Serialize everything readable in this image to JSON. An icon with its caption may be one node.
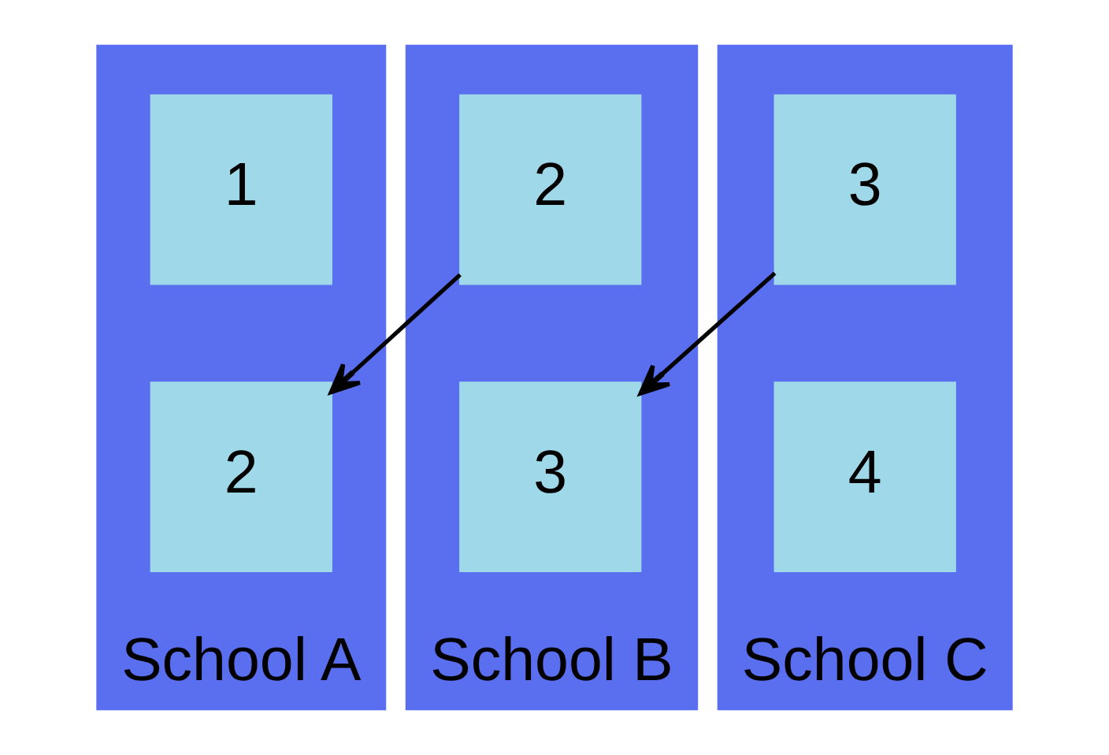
{
  "diagram": {
    "nodes": [
      {
        "text": [
          "School A"
        ]
      },
      {
        "text": [
          "1"
        ],
        "in": 0
      },
      {
        "text": [
          "2"
        ],
        "in": 0
      },
      {
        "text": [
          "School B"
        ]
      },
      {
        "text": [
          "2"
        ],
        "in": 3
      },
      {
        "text": [
          "3"
        ],
        "in": 3
      },
      {
        "text": [
          "School C"
        ]
      },
      {
        "text": [
          "3"
        ],
        "in": 6
      },
      {
        "text": [
          "4"
        ],
        "in": 6
      }
    ],
    "edges": [
      {
        "from": 4,
        "to": 2,
        "arrow": "to"
      },
      {
        "from": 7,
        "to": 5,
        "arrow": "to"
      }
    ]
  }
}
